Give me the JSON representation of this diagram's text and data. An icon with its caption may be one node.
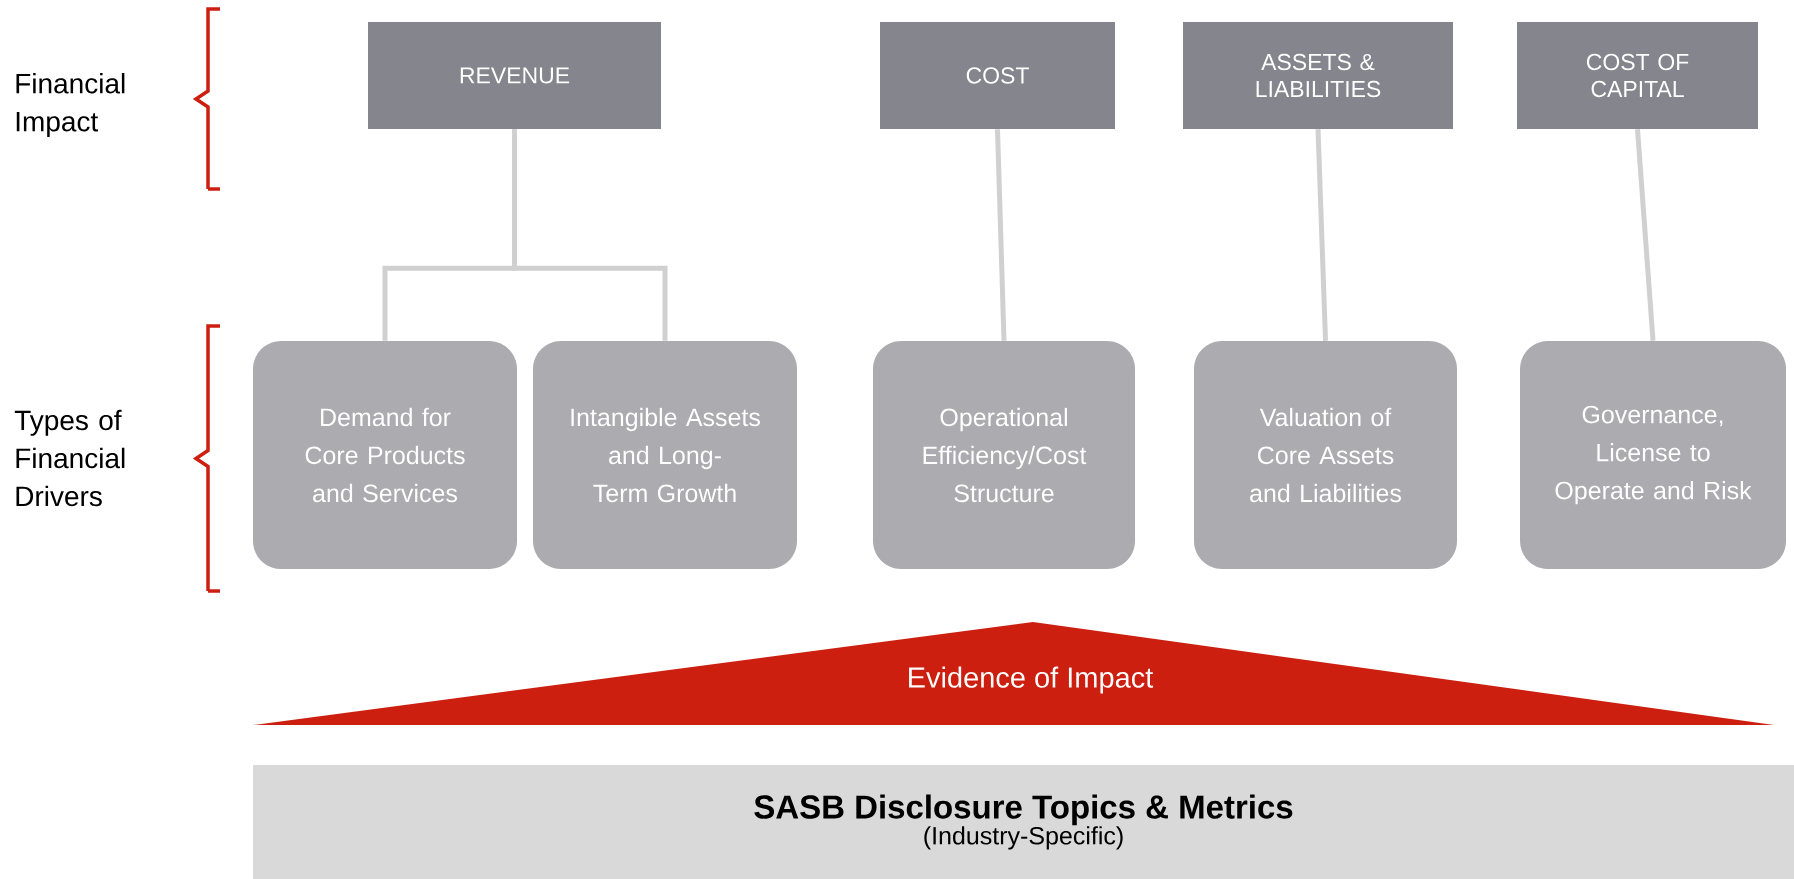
{
  "diagram": {
    "nodes": [
      {
        "text": [
          "REVENUE"
        ]
      },
      {
        "text": [
          "COST"
        ]
      },
      {
        "text": [
          "ASSETS & LIABILITIES"
        ]
      },
      {
        "text": [
          "COST OF CAPITAL"
        ]
      },
      {
        "text": [
          "Demand for Core Products and Services"
        ]
      },
      {
        "text": [
          "Intangible Assets and Long-Term Growth"
        ]
      },
      {
        "text": [
          "Operational Efficiency/Cost Structure"
        ]
      },
      {
        "text": [
          "Valuation of Core Assets and Liabilities"
        ]
      },
      {
        "text": [
          "Governance, License to Operate and Risk"
        ]
      },
      {
        "text": [
          "Evidence of Impact"
        ]
      },
      {
        "text": [
          "SASB Disclosure Topics & Metrics",
          "(Industry-Specific)"
        ]
      }
    ],
    "edges": [
      {
        "from": 0,
        "to": 4,
        "arrow": "none"
      },
      {
        "from": 0,
        "to": 5,
        "arrow": "none"
      },
      {
        "from": 1,
        "to": 6,
        "arrow": "none"
      },
      {
        "from": 2,
        "to": 7,
        "arrow": "none"
      },
      {
        "from": 3,
        "to": 8,
        "arrow": "none"
      }
    ],
    "labels": [
      "Financial Impact",
      "Types of Financial Drivers"
    ]
  }
}
